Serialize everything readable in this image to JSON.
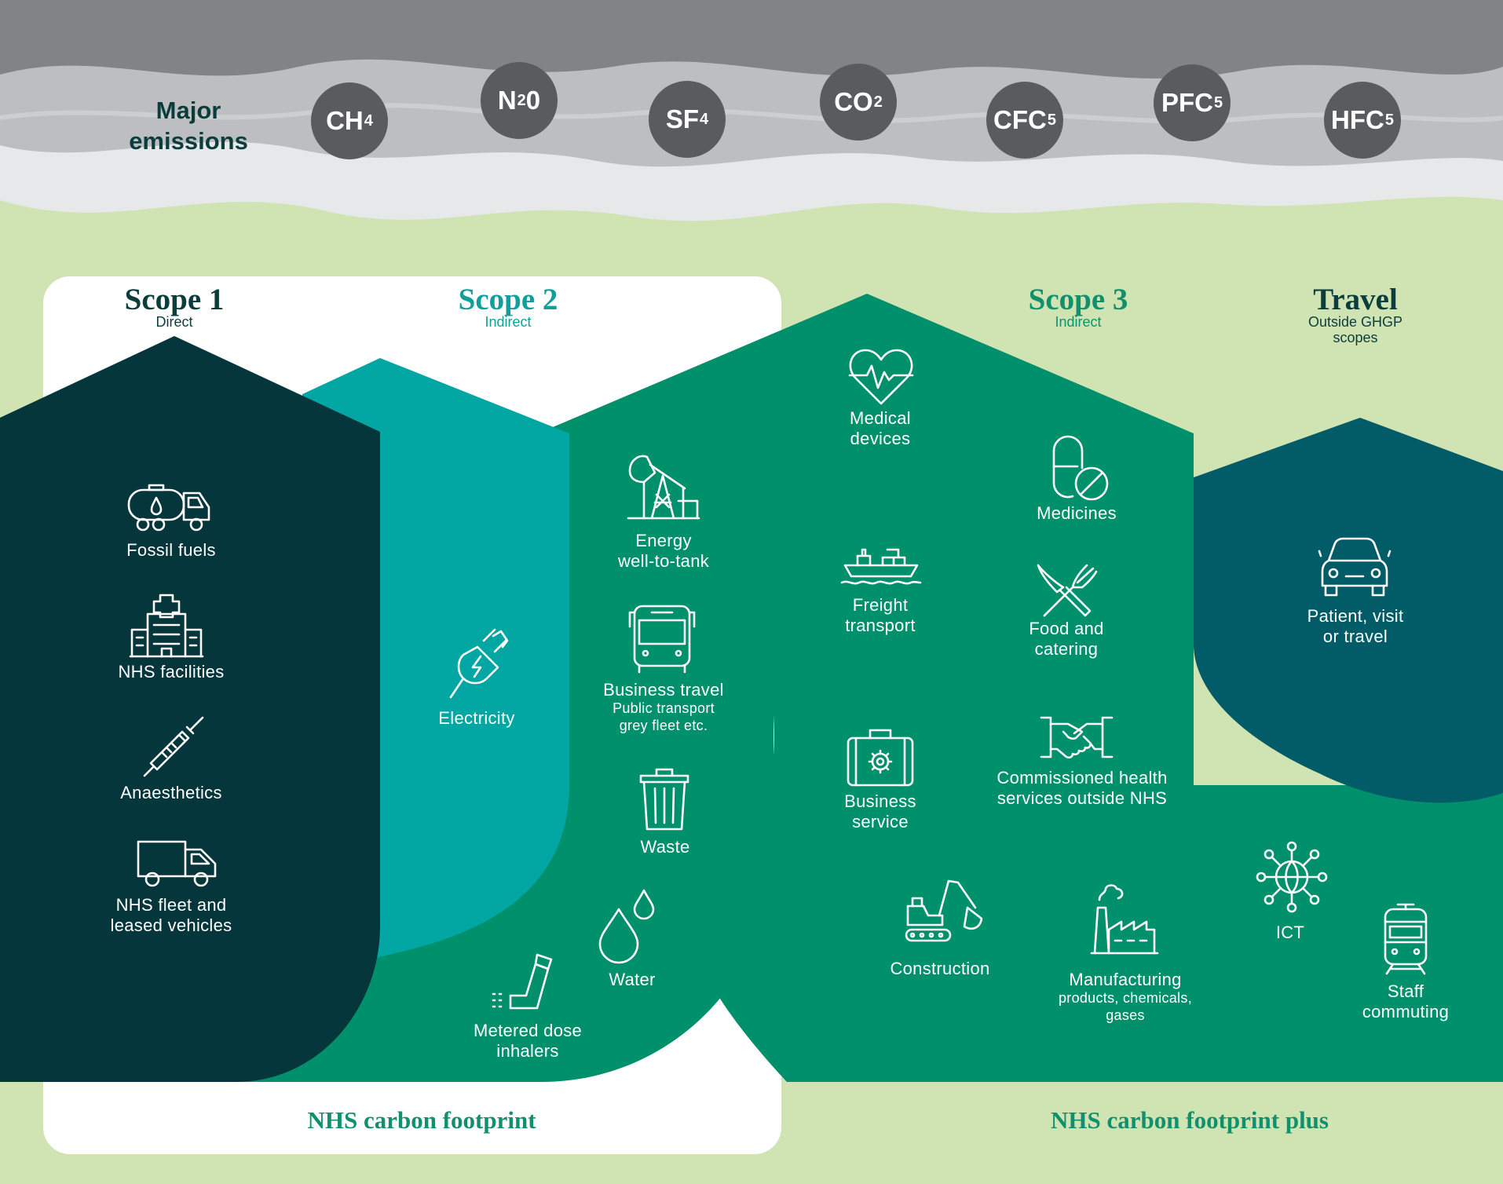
{
  "emissions": {
    "label_line1": "Major",
    "label_line2": "emissions",
    "gases": [
      {
        "base": "CH",
        "sub": "4"
      },
      {
        "base": "N",
        "sub": "2",
        "tail": "0"
      },
      {
        "base": "SF",
        "sub": "4"
      },
      {
        "base": "CO",
        "sub": "2"
      },
      {
        "base": "CFC",
        "sub": "5"
      },
      {
        "base": "PFC",
        "sub": "5"
      },
      {
        "base": "HFC",
        "sub": "5"
      }
    ]
  },
  "scopes": {
    "scope1": {
      "title": "Scope 1",
      "subtitle": "Direct"
    },
    "scope2": {
      "title": "Scope 2",
      "subtitle": "Indirect"
    },
    "scope3": {
      "title": "Scope 3",
      "subtitle": "Indirect"
    },
    "travel": {
      "title": "Travel",
      "subtitle_line1": "Outside GHGP",
      "subtitle_line2": "scopes"
    }
  },
  "items": {
    "fossil_fuels": {
      "label": "Fossil fuels"
    },
    "nhs_facilities": {
      "label": "NHS facilities"
    },
    "anaesthetics": {
      "label": "Anaesthetics"
    },
    "nhs_fleet": {
      "line1": "NHS fleet and",
      "line2": "leased vehicles"
    },
    "electricity": {
      "label": "Electricity"
    },
    "energy_wtt": {
      "line1": "Energy",
      "line2": "well-to-tank"
    },
    "business_travel": {
      "label": "Business travel",
      "sub1": "Public transport",
      "sub2": "grey fleet etc."
    },
    "waste": {
      "label": "Waste"
    },
    "water": {
      "label": "Water"
    },
    "inhalers": {
      "line1": "Metered dose",
      "line2": "inhalers"
    },
    "medical_devices": {
      "line1": "Medical",
      "line2": "devices"
    },
    "medicines": {
      "label": "Medicines"
    },
    "freight": {
      "line1": "Freight",
      "line2": "transport"
    },
    "food": {
      "line1": "Food and",
      "line2": "catering"
    },
    "business_service": {
      "line1": "Business",
      "line2": "service"
    },
    "commissioned": {
      "line1": "Commissioned health",
      "line2": "services outside NHS"
    },
    "construction": {
      "label": "Construction"
    },
    "manufacturing": {
      "label": "Manufacturing",
      "sub1": "products, chemicals,",
      "sub2": "gases"
    },
    "ict": {
      "label": "ICT"
    },
    "staff_commuting": {
      "line1": "Staff",
      "line2": "commuting"
    },
    "patient_travel": {
      "line1": "Patient, visit",
      "line2": "or travel"
    }
  },
  "footer": {
    "left": "NHS carbon footprint",
    "right": "NHS carbon footprint plus"
  },
  "colors": {
    "scope1": "#05363b",
    "scope2": "#02a7a3",
    "scope3": "#01906c",
    "travel": "#025c67",
    "gas_circle": "#5a5b5f",
    "background": "#cfe4b2"
  }
}
